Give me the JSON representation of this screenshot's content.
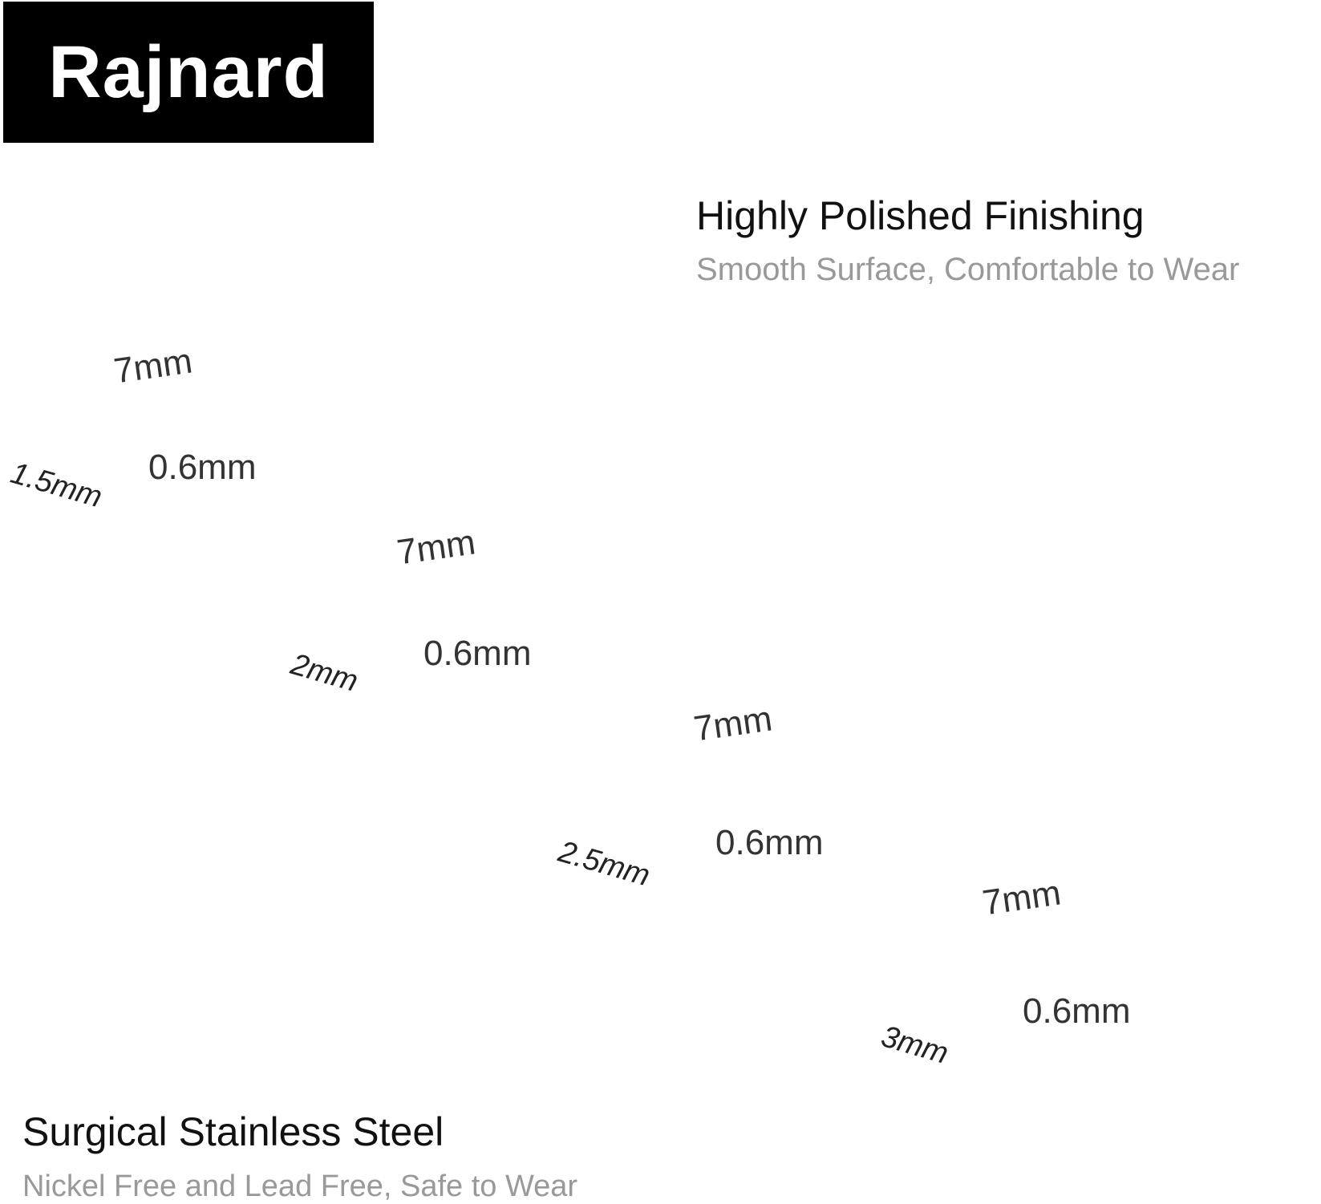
{
  "brand": "Rajnard",
  "features": [
    {
      "title": "Highly Polished Finishing",
      "subtitle": "Smooth Surface,  Comfortable to Wear"
    },
    {
      "title": "Surgical Stainless Steel",
      "subtitle": "Nickel Free and Lead Free, Safe to Wear"
    }
  ],
  "products": [
    {
      "length": "7mm",
      "gauge": "0.6mm",
      "gem_size": "1.5mm"
    },
    {
      "length": "7mm",
      "gauge": "0.6mm",
      "gem_size": "2mm"
    },
    {
      "length": "7mm",
      "gauge": "0.6mm",
      "gem_size": "2.5mm"
    },
    {
      "length": "7mm",
      "gauge": "0.6mm",
      "gem_size": "3mm"
    }
  ],
  "colors": {
    "brand_bg": "#000000",
    "brand_text": "#ffffff",
    "title": "#111111",
    "subtitle": "#999999"
  }
}
